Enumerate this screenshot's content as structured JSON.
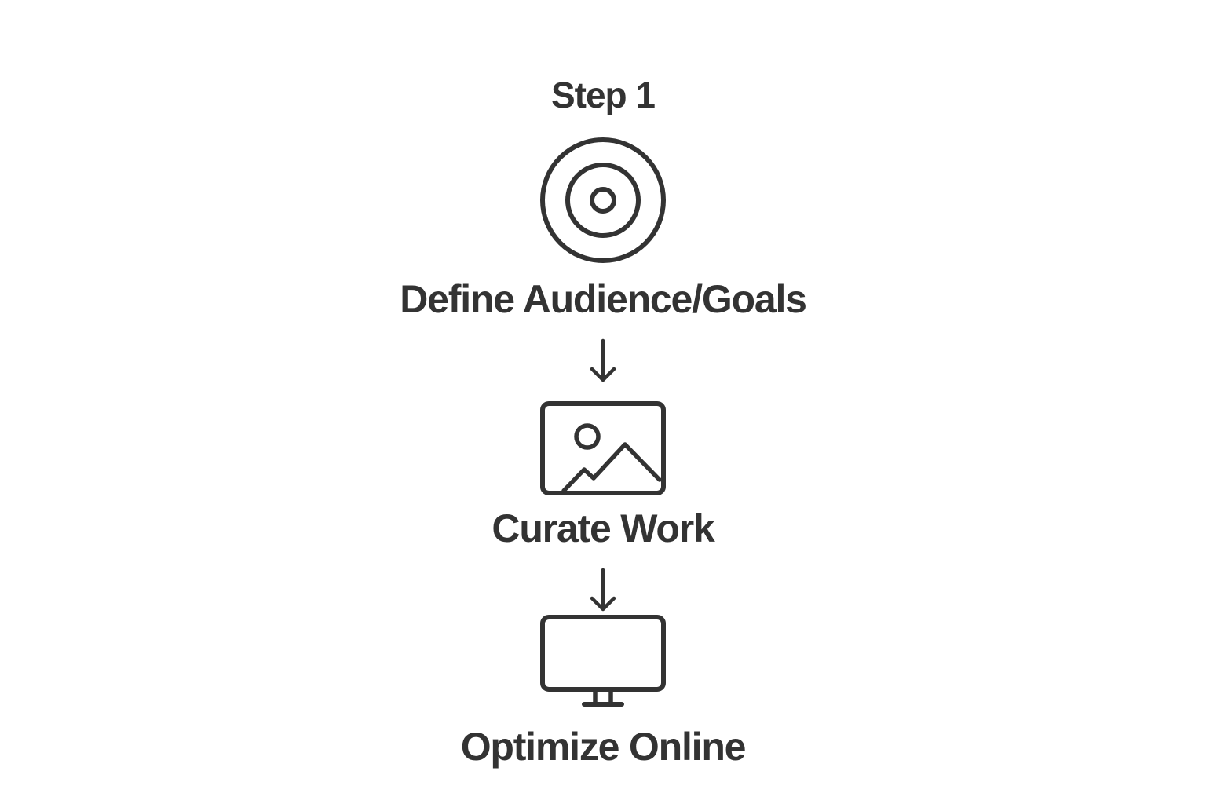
{
  "diagram": {
    "heading": "Step 1",
    "steps": [
      {
        "label": "Define Audience/Goals",
        "icon": "target-icon"
      },
      {
        "label": "Curate Work",
        "icon": "image-icon"
      },
      {
        "label": "Optimize Online",
        "icon": "monitor-icon"
      }
    ],
    "connector_icon": "arrow-down-icon",
    "colors": {
      "ink": "#333333",
      "background": "#ffffff"
    }
  }
}
